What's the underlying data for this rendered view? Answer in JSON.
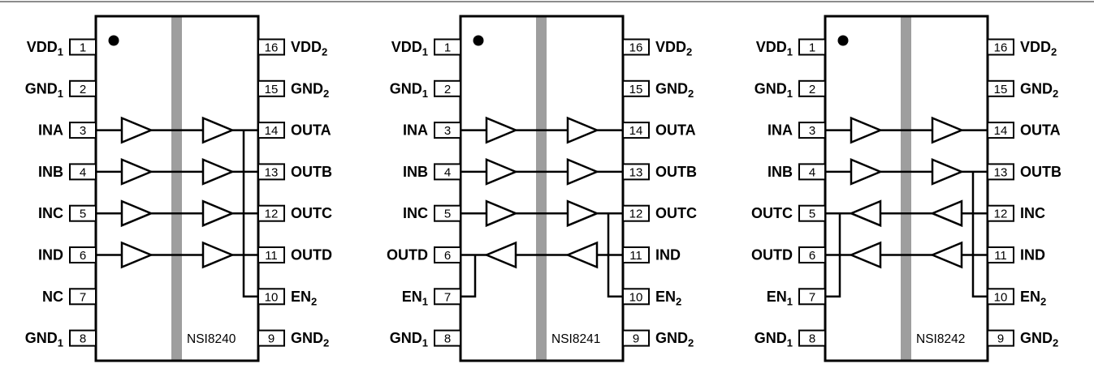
{
  "page": {
    "background": "#ffffff",
    "top_rule_color": "#8c8c8c"
  },
  "diagram": {
    "ink_color": "#000000",
    "barrier_color": "#9e9e9e",
    "pin_rows": 8
  },
  "chips": [
    {
      "name": "NSI8240",
      "left_pins": [
        {
          "num": "1",
          "label": "VDD",
          "sub": "1"
        },
        {
          "num": "2",
          "label": "GND",
          "sub": "1"
        },
        {
          "num": "3",
          "label": "INA"
        },
        {
          "num": "4",
          "label": "INB"
        },
        {
          "num": "5",
          "label": "INC"
        },
        {
          "num": "6",
          "label": "IND"
        },
        {
          "num": "7",
          "label": "NC"
        },
        {
          "num": "8",
          "label": "GND",
          "sub": "1"
        }
      ],
      "right_pins": [
        {
          "num": "16",
          "label": "VDD",
          "sub": "2"
        },
        {
          "num": "15",
          "label": "GND",
          "sub": "2"
        },
        {
          "num": "14",
          "label": "OUTA"
        },
        {
          "num": "13",
          "label": "OUTB"
        },
        {
          "num": "12",
          "label": "OUTC"
        },
        {
          "num": "11",
          "label": "OUTD"
        },
        {
          "num": "10",
          "label": "EN",
          "sub": "2"
        },
        {
          "num": "9",
          "label": "GND",
          "sub": "2"
        }
      ],
      "channels": [
        {
          "row": 2,
          "dir": "right"
        },
        {
          "row": 3,
          "dir": "right"
        },
        {
          "row": 4,
          "dir": "right"
        },
        {
          "row": 5,
          "dir": "right"
        }
      ],
      "enables": [
        {
          "side": "right",
          "row": 6,
          "to_row": 2
        }
      ]
    },
    {
      "name": "NSI8241",
      "left_pins": [
        {
          "num": "1",
          "label": "VDD",
          "sub": "1"
        },
        {
          "num": "2",
          "label": "GND",
          "sub": "1"
        },
        {
          "num": "3",
          "label": "INA"
        },
        {
          "num": "4",
          "label": "INB"
        },
        {
          "num": "5",
          "label": "INC"
        },
        {
          "num": "6",
          "label": "OUTD"
        },
        {
          "num": "7",
          "label": "EN",
          "sub": "1"
        },
        {
          "num": "8",
          "label": "GND",
          "sub": "1"
        }
      ],
      "right_pins": [
        {
          "num": "16",
          "label": "VDD",
          "sub": "2"
        },
        {
          "num": "15",
          "label": "GND",
          "sub": "2"
        },
        {
          "num": "14",
          "label": "OUTA"
        },
        {
          "num": "13",
          "label": "OUTB"
        },
        {
          "num": "12",
          "label": "OUTC"
        },
        {
          "num": "11",
          "label": "IND"
        },
        {
          "num": "10",
          "label": "EN",
          "sub": "2"
        },
        {
          "num": "9",
          "label": "GND",
          "sub": "2"
        }
      ],
      "channels": [
        {
          "row": 2,
          "dir": "right"
        },
        {
          "row": 3,
          "dir": "right"
        },
        {
          "row": 4,
          "dir": "right"
        },
        {
          "row": 5,
          "dir": "left"
        }
      ],
      "enables": [
        {
          "side": "left",
          "row": 6,
          "to_row": 5
        },
        {
          "side": "right",
          "row": 6,
          "to_row": 4
        }
      ]
    },
    {
      "name": "NSI8242",
      "left_pins": [
        {
          "num": "1",
          "label": "VDD",
          "sub": "1"
        },
        {
          "num": "2",
          "label": "GND",
          "sub": "1"
        },
        {
          "num": "3",
          "label": "INA"
        },
        {
          "num": "4",
          "label": "INB"
        },
        {
          "num": "5",
          "label": "OUTC"
        },
        {
          "num": "6",
          "label": "OUTD"
        },
        {
          "num": "7",
          "label": "EN",
          "sub": "1"
        },
        {
          "num": "8",
          "label": "GND",
          "sub": "1"
        }
      ],
      "right_pins": [
        {
          "num": "16",
          "label": "VDD",
          "sub": "2"
        },
        {
          "num": "15",
          "label": "GND",
          "sub": "2"
        },
        {
          "num": "14",
          "label": "OUTA"
        },
        {
          "num": "13",
          "label": "OUTB"
        },
        {
          "num": "12",
          "label": "INC"
        },
        {
          "num": "11",
          "label": "IND"
        },
        {
          "num": "10",
          "label": "EN",
          "sub": "2"
        },
        {
          "num": "9",
          "label": "GND",
          "sub": "2"
        }
      ],
      "channels": [
        {
          "row": 2,
          "dir": "right"
        },
        {
          "row": 3,
          "dir": "right"
        },
        {
          "row": 4,
          "dir": "left"
        },
        {
          "row": 5,
          "dir": "left"
        }
      ],
      "enables": [
        {
          "side": "left",
          "row": 6,
          "to_row": 4
        },
        {
          "side": "right",
          "row": 6,
          "to_row": 3
        }
      ]
    }
  ]
}
